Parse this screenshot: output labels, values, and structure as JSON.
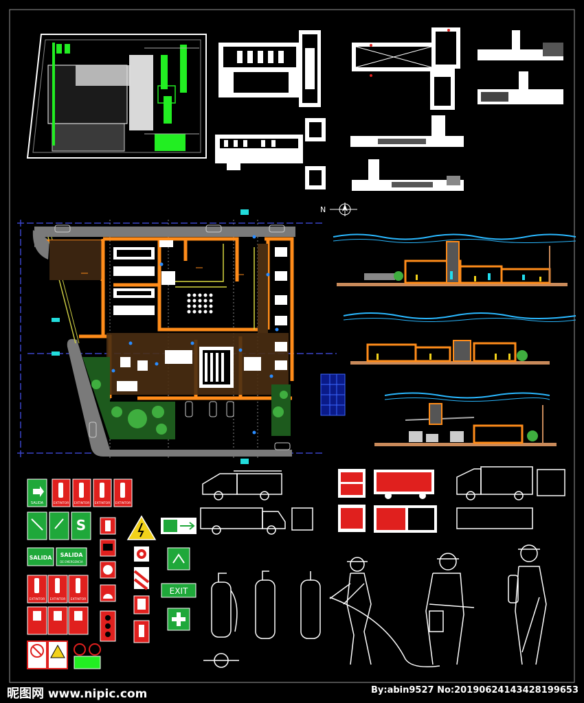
{
  "north_label": "N",
  "signs": {
    "salida": "SALIDA",
    "extintor": "EXTINTOR",
    "s_letter": "S",
    "salida_box": "SALIDA",
    "salida_emergencia": "SALIDA",
    "de_emergencia": "DE EMERGENCIA",
    "exit": "EXIT"
  },
  "watermark": {
    "logo_cn": "昵图网",
    "site": "www.nipic.com",
    "credit": "By:abin9527 No:20190624143428199653"
  },
  "colors": {
    "background": "#000000",
    "wall_orange": "#ff8c1a",
    "sign_red": "#e0201e",
    "sign_green": "#1fa83a",
    "hatch_green": "#22ee22",
    "water_cyan": "#2ab8ff",
    "grid_blue": "#3b44c8",
    "line_white": "#ffffff"
  }
}
